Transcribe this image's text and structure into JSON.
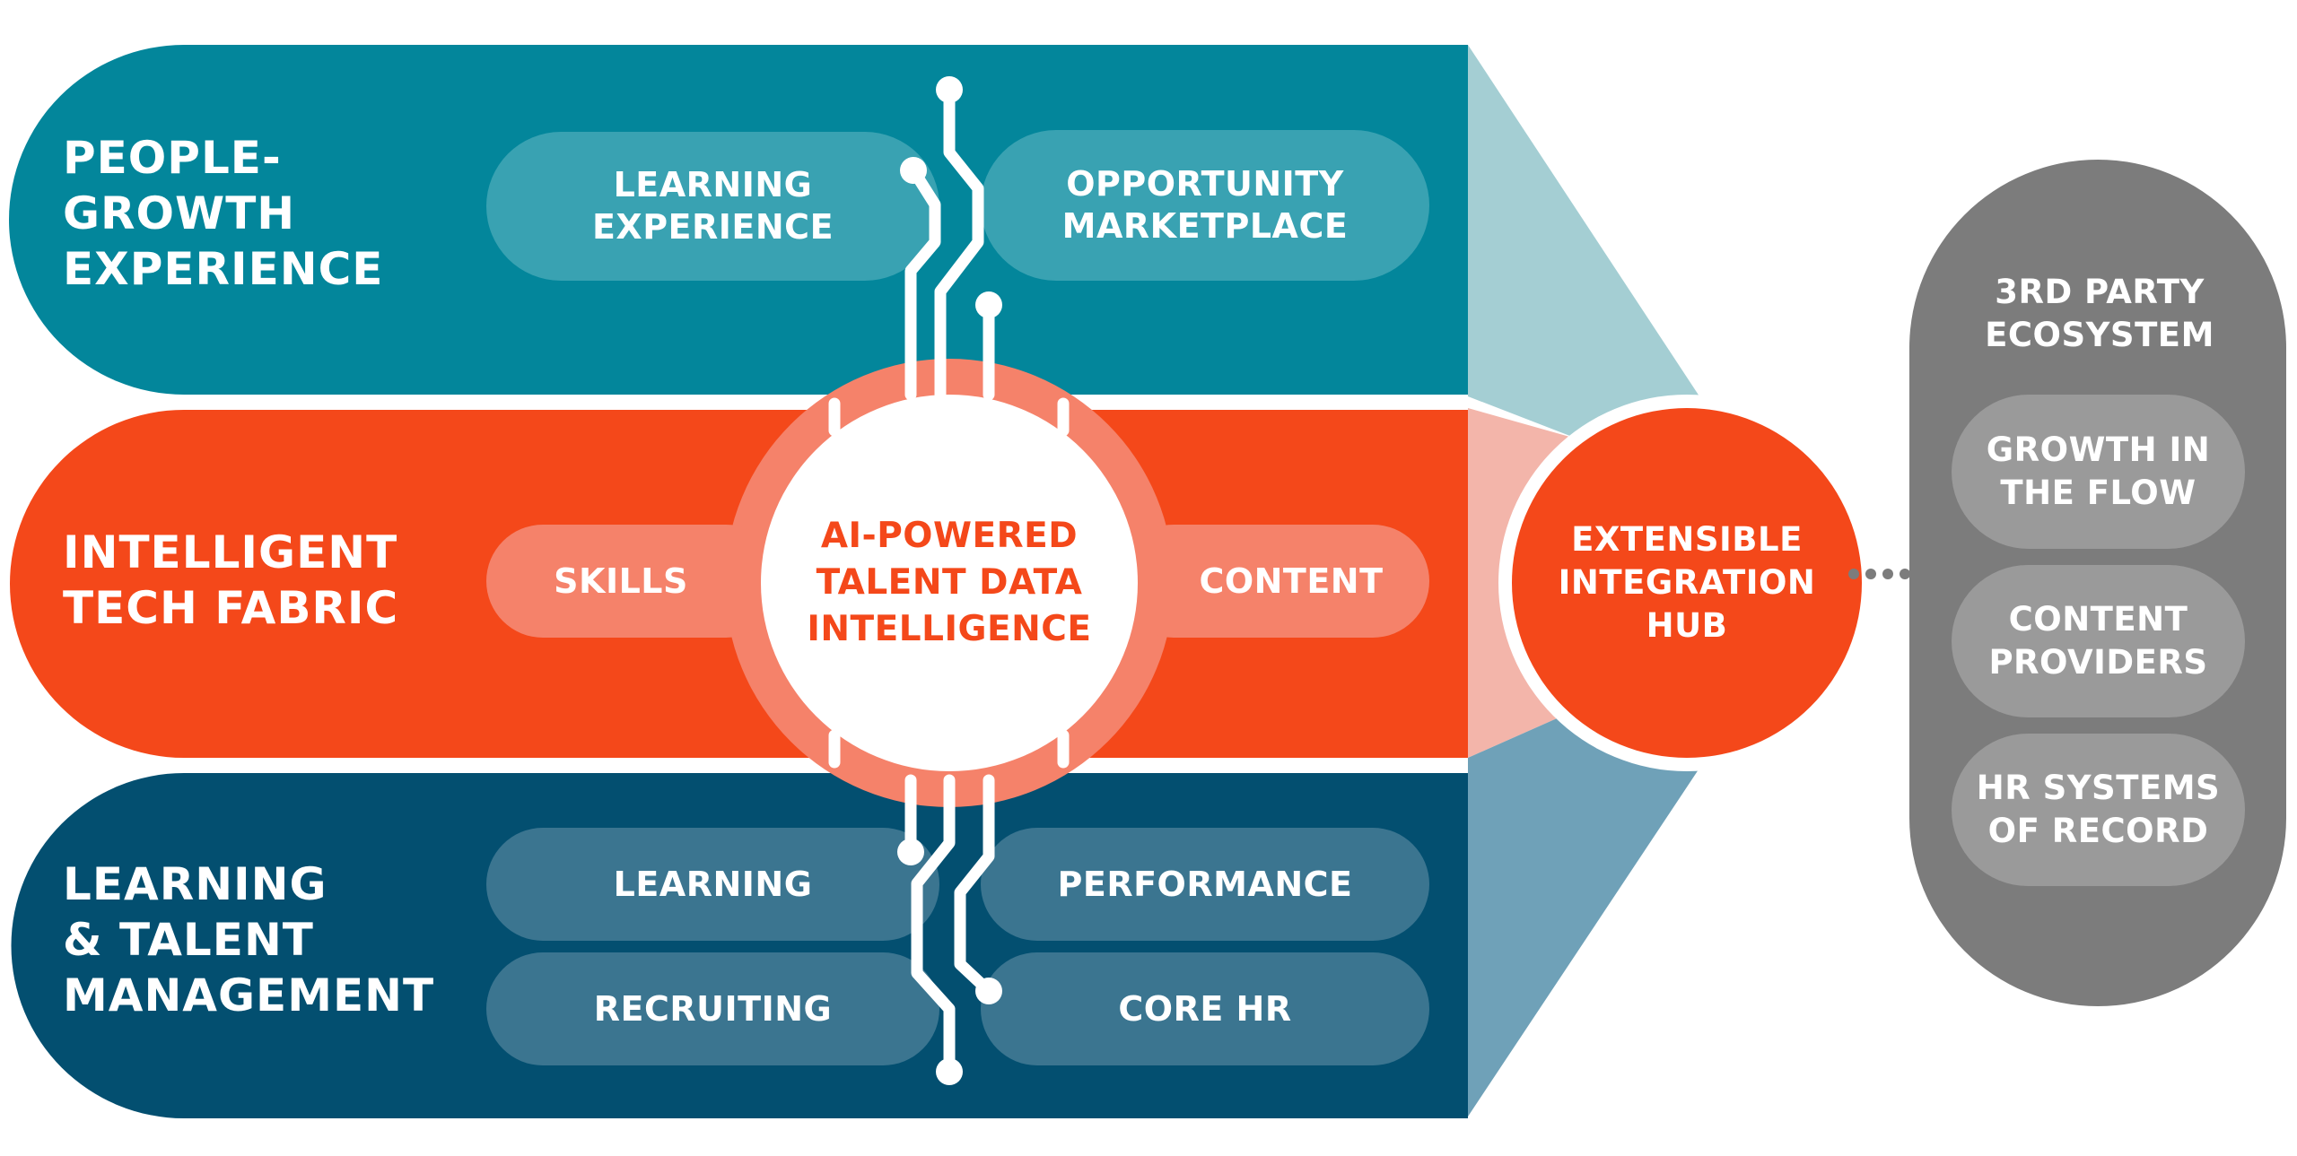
{
  "colors": {
    "people_row": "#03869B",
    "people_pill": "#39A2B2",
    "tech_row": "#F4481A",
    "tech_pill": "#F5826A",
    "learning_row": "#034F70",
    "learning_pill": "#3B7590",
    "wedge_top": "#A4CED3",
    "wedge_mid": "#F3B5AA",
    "wedge_bottom": "#6FA1B8",
    "ecosystem_bg": "#7C7C7C",
    "ecosystem_pill": "#9A9A9A",
    "center_text": "#F4481A"
  },
  "rows": {
    "people": {
      "title": "PEOPLE-\nGROWTH\nEXPERIENCE",
      "items": [
        "LEARNING\nEXPERIENCE",
        "OPPORTUNITY\nMARKETPLACE"
      ]
    },
    "tech": {
      "title": "INTELLIGENT\nTECH FABRIC",
      "items": [
        "SKILLS",
        "CONTENT"
      ]
    },
    "learning": {
      "title": "LEARNING\n& TALENT\nMANAGEMENT",
      "items": [
        "LEARNING",
        "PERFORMANCE",
        "RECRUITING",
        "CORE HR"
      ]
    }
  },
  "center": {
    "label": "AI-POWERED\nTALENT DATA\nINTELLIGENCE"
  },
  "hub": {
    "label": "EXTENSIBLE\nINTEGRATION\nHUB"
  },
  "ecosystem": {
    "title": "3RD PARTY\nECOSYSTEM",
    "items": [
      "GROWTH IN\nTHE FLOW",
      "CONTENT\nPROVIDERS",
      "HR SYSTEMS\nOF RECORD"
    ]
  }
}
